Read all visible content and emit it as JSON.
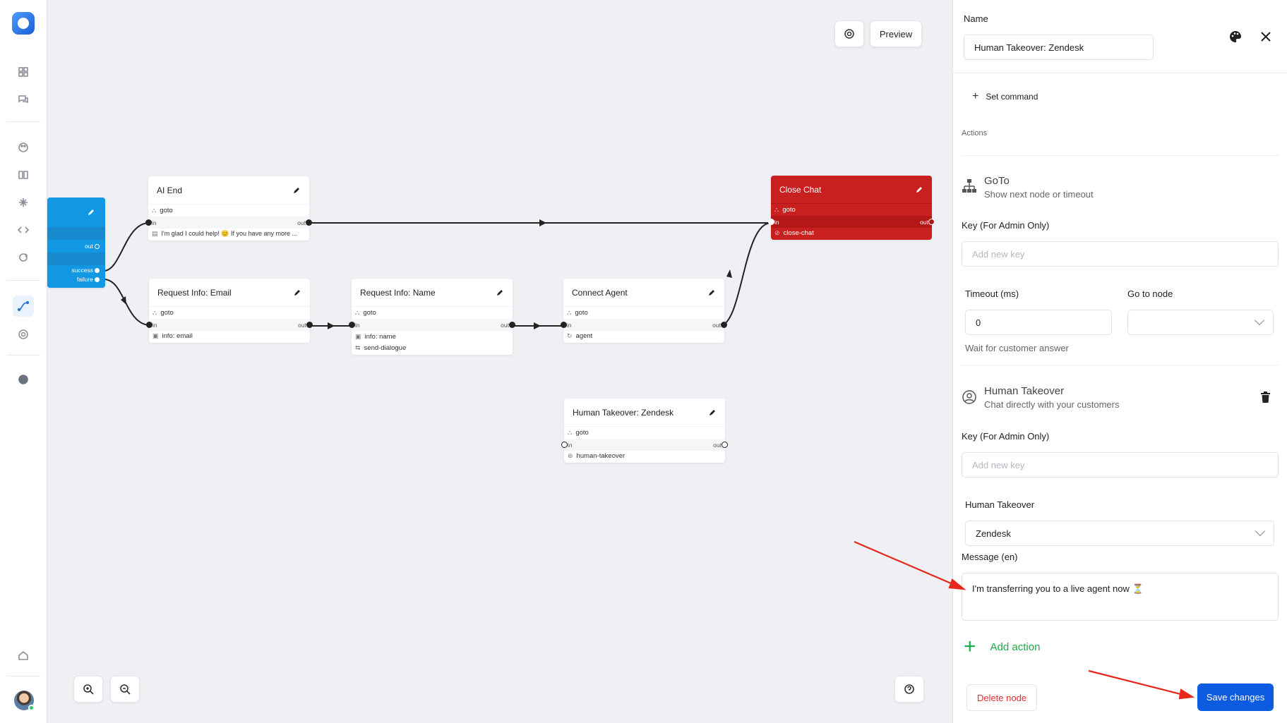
{
  "canvas": {
    "settings_icon": "gear-icon",
    "preview_label": "Preview",
    "zoom_in_icon": "zoom-in-icon",
    "zoom_out_icon": "zoom-out-icon",
    "help_icon": "help-icon"
  },
  "nodes": {
    "start": {
      "out": "out",
      "success": "success",
      "failure": "failure"
    },
    "ai_end": {
      "title": "AI End",
      "action": "goto",
      "in": "in",
      "out": "out",
      "message": "I'm glad I could help! 😊 If you have any more ..."
    },
    "close_chat": {
      "title": "Close Chat",
      "action": "goto",
      "in": "in",
      "out": "out",
      "detail": "close-chat"
    },
    "req_email": {
      "title": "Request Info: Email",
      "action": "goto",
      "in": "in",
      "out": "out",
      "detail": "info: email"
    },
    "req_name": {
      "title": "Request Info: Name",
      "action": "goto",
      "in": "in",
      "out": "out",
      "detail": "info: name",
      "detail2": "send-dialogue"
    },
    "connect_agent": {
      "title": "Connect Agent",
      "action": "goto",
      "in": "in",
      "out": "out",
      "detail": "agent"
    },
    "human_zendesk": {
      "title": "Human Takeover: Zendesk",
      "action": "goto",
      "in": "in",
      "out": "out",
      "detail": "human-takeover"
    }
  },
  "panel": {
    "name_label": "Name",
    "name_value": "Human Takeover: Zendesk",
    "set_command": "Set command",
    "actions_label": "Actions",
    "goto": {
      "title": "GoTo",
      "subtitle": "Show next node or timeout",
      "key_label": "Key (For Admin Only)",
      "key_placeholder": "Add new key",
      "timeout_label": "Timeout (ms)",
      "timeout_value": "0",
      "goto_label": "Go to node",
      "goto_value": "",
      "wait_text": "Wait for customer answer"
    },
    "takeover": {
      "title": "Human Takeover",
      "subtitle": "Chat directly with your customers",
      "key_label": "Key (For Admin Only)",
      "key_placeholder": "Add new key",
      "provider_label": "Human Takeover",
      "provider_value": "Zendesk",
      "message_label": "Message (en)",
      "message_value": "I'm transferring you to a live agent now ⏳"
    },
    "add_action": "Add action",
    "delete_node": "Delete node",
    "save_changes": "Save changes"
  },
  "colors": {
    "accent": "#0d5be1",
    "red_node": "#c81f1f",
    "blue_node": "#1297e3",
    "add_green": "#1aab4a",
    "annotation_red": "#e5271d"
  }
}
